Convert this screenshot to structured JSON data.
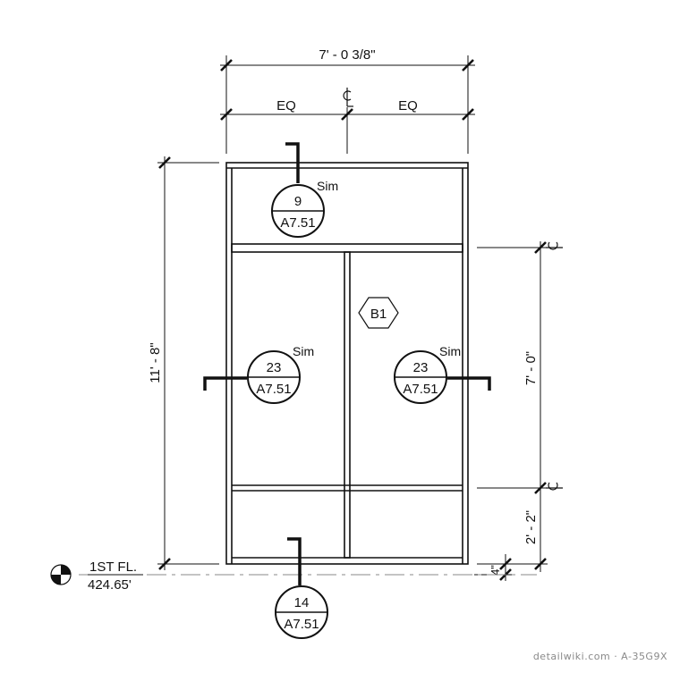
{
  "diagram": {
    "overall_width": "7' - 0 3/8\"",
    "eq_left": "EQ",
    "eq_right": "EQ",
    "overall_height": "11' - 8\"",
    "opening_height": "7' - 0\"",
    "sill_height": "2' - 2\"",
    "base_offset": "4\"",
    "elevation_label": "1ST FL.",
    "elevation_value": "424.65'",
    "panel_tag": "B1",
    "sim_label": "Sim",
    "callouts": {
      "top": {
        "number": "9",
        "sheet": "A7.51"
      },
      "left": {
        "number": "23",
        "sheet": "A7.51"
      },
      "right": {
        "number": "23",
        "sheet": "A7.51"
      },
      "bottom": {
        "number": "14",
        "sheet": "A7.51"
      }
    }
  },
  "watermark": "detailwiki.com · A-35G9X",
  "colors": {
    "line": "#111111",
    "dash": "#999999",
    "watermark": "#8a8a8a"
  }
}
